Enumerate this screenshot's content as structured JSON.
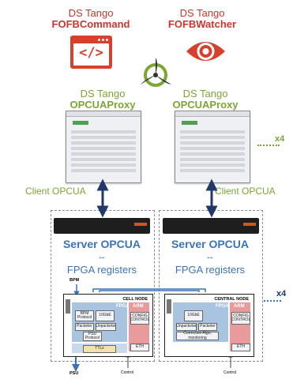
{
  "command": {
    "line1": "DS Tango",
    "line2": "FOFBCommand"
  },
  "watcher": {
    "line1": "DS Tango",
    "line2": "FOFBWatcher"
  },
  "proxy_left": {
    "line1": "DS Tango",
    "line2": "OPCUAProxy"
  },
  "proxy_right": {
    "line1": "DS Tango",
    "line2": "OPCUAProxy"
  },
  "multiplier_top": "x4",
  "multiplier_bottom": "x4",
  "client_left": "Client OPCUA",
  "client_right": "Client OPCUA",
  "server_left": {
    "title": "Server OPCUA",
    "arrow": "↔",
    "subtitle": "FPGA registers"
  },
  "server_right": {
    "title": "Server OPCUA",
    "arrow": "↔",
    "subtitle": "FPGA registers"
  },
  "cell_node": {
    "bpm_top": "BPM",
    "name": "CELL NODE",
    "fpga": "FPGA",
    "arm": "ARM",
    "bpm_protocol": "BPM Protocol",
    "gige": "10GbE",
    "packeter": "Packeter",
    "unpacketer": "Unpacketer",
    "psu_protocol": "PSU Protocol",
    "config": "CONFIG CONTROL",
    "eth": "ETH",
    "ttls": "TTLs",
    "psu_bottom": "PSU",
    "control_bottom": "Control"
  },
  "central_node": {
    "name": "CENTRAL NODE",
    "fpga": "FPGA",
    "arm": "ARM",
    "gige": "10GbE",
    "unpacketer": "Unpacketer",
    "packeter": "Packeter",
    "correction": "Correction Algo, monitoring",
    "config": "CONFIG CONTROL",
    "eth": "ETH",
    "control_bottom": "Control"
  },
  "colors": {
    "red": "#c8372d",
    "green": "#7ca631",
    "blue": "#3c73b8",
    "navy": "#20386a"
  }
}
